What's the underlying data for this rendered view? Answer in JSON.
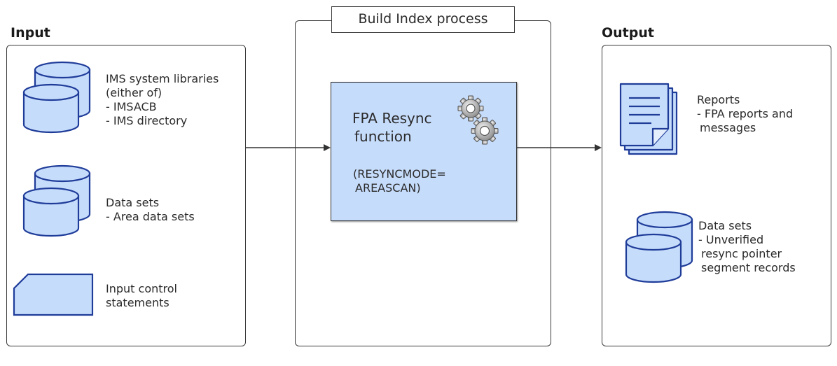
{
  "input": {
    "heading": "Input",
    "items": [
      {
        "icon": "database-icon",
        "lines": [
          "IMS system libraries",
          "(either of)",
          "- IMSACB",
          "- IMS directory"
        ]
      },
      {
        "icon": "database-icon",
        "lines": [
          "Data sets",
          "- Area data sets"
        ]
      },
      {
        "icon": "punched-card-icon",
        "lines": [
          "Input control",
          "statements"
        ]
      }
    ]
  },
  "process": {
    "title": "Build Index process",
    "function_title_lines": [
      "FPA Resync",
      "function"
    ],
    "function_param_lines": [
      "(RESYNCMODE=",
      "AREASCAN)"
    ],
    "icon": "gears-icon"
  },
  "output": {
    "heading": "Output",
    "items": [
      {
        "icon": "document-stack-icon",
        "lines": [
          "Reports",
          "- FPA reports and",
          "messages"
        ]
      },
      {
        "icon": "database-icon",
        "lines": [
          "Data sets",
          "- Unverified",
          "resync pointer",
          "segment records"
        ]
      }
    ]
  },
  "colors": {
    "fill": "#c6dcfb",
    "stroke_blue": "#1f3c99",
    "border": "#3a3a3a"
  }
}
